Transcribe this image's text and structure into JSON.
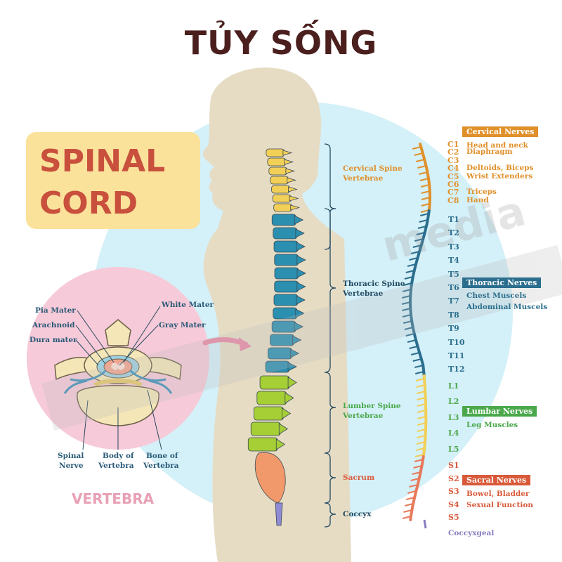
{
  "title": "TỦY SỐNG",
  "banner": {
    "line1": "SPINAL",
    "line2": "CORD"
  },
  "vertebra": {
    "caption": "VERTEBRA",
    "labels": {
      "pia": "Pia Mater",
      "arachnoid": "Arachnoid",
      "dura": "Dura mater",
      "white": "White Mater",
      "gray": "Gray Mater",
      "nerve1": "Spinal",
      "nerve2": "Nerve",
      "body1": "Body of",
      "body2": "Vertebra",
      "bone1": "Bone of",
      "bone2": "Vertebra"
    }
  },
  "spine_regions": {
    "cervical1": "Cervical Spine",
    "cervical2": "Vertebrae",
    "thoracic1": "Thoracic Spine",
    "thoracic2": "Vertebrae",
    "lumbar1": "Lumber Spine",
    "lumbar2": "Vertebrae",
    "sacrum": "Sacrum",
    "coccyx": "Coccyx"
  },
  "nerves": {
    "cervical": {
      "header": "Cervical Nerves",
      "items": [
        {
          "codes": "C1",
          "text": "Head and neck"
        },
        {
          "codes": "C2",
          "text": "Diaphragm"
        },
        {
          "codes": "C3",
          "text": ""
        },
        {
          "codes": "C4",
          "text": "Deltoids, Biceps"
        },
        {
          "codes": "C5",
          "text": "Wrist Extenders"
        },
        {
          "codes": "C6",
          "text": ""
        },
        {
          "codes": "C7",
          "text": "Triceps"
        },
        {
          "codes": "C8",
          "text": "Hand"
        }
      ],
      "color": "#e0902a"
    },
    "thoracic": {
      "header": "Thoracic Nerves",
      "codes": [
        "T1",
        "T2",
        "T3",
        "T4",
        "T5",
        "T6",
        "T7",
        "T8",
        "T9",
        "T10",
        "T11",
        "T12"
      ],
      "functions": [
        "Chest Muscels",
        "Abdominal Muscels"
      ],
      "color": "#2b6e8e"
    },
    "lumbar": {
      "header": "Lumbar Nerves",
      "codes": [
        "L1",
        "L2",
        "L3",
        "L4",
        "L5"
      ],
      "functions": [
        "Leg Muscles"
      ],
      "color": "#4aa84a"
    },
    "sacral": {
      "header": "Sacral Nerves",
      "codes": [
        "S1",
        "S2",
        "S3",
        "S4",
        "S5"
      ],
      "functions": [
        "Bowel, Bladder",
        "Sexual Function"
      ],
      "color": "#d95a3a"
    },
    "coccygeal": {
      "label": "Coccyxgeal",
      "color": "#8a7cc0"
    }
  },
  "colors": {
    "title": "#4a1f1d",
    "banner_bg": "#fbe29b",
    "banner_text": "#c8503d",
    "circle": "#d4f0f8",
    "silhouette": "#e6dcc4",
    "cervical": "#f2cf57",
    "thoracic": "#2b8fb0",
    "lumbar": "#a5cf35",
    "sacrum": "#f2996b",
    "coccyx": "#8f8ad4",
    "vertebra_circle": "#f6cad8"
  }
}
